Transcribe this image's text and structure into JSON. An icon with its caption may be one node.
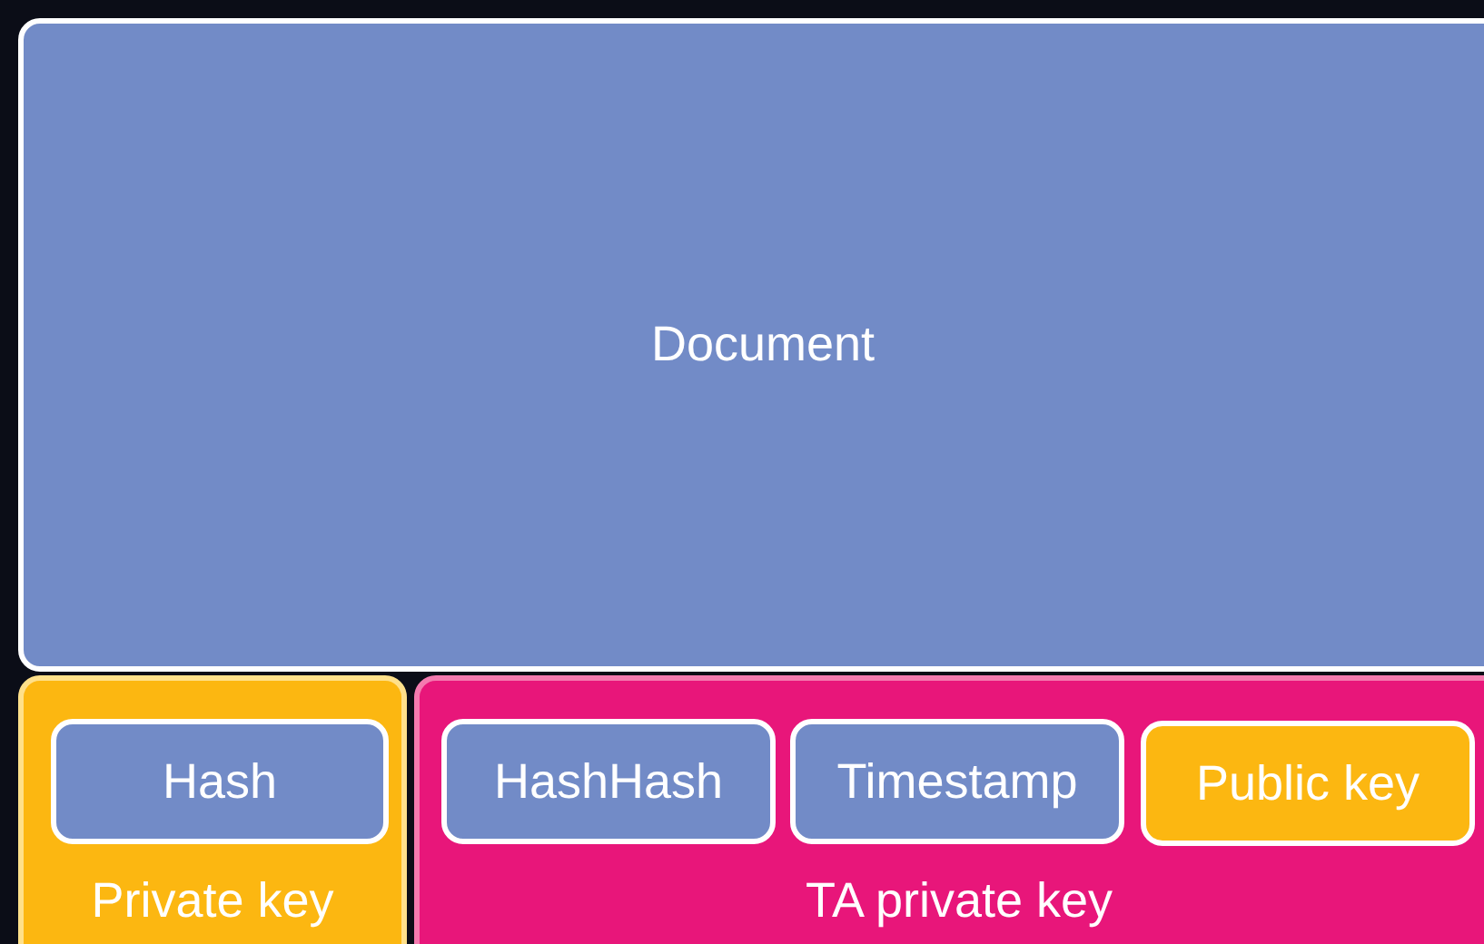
{
  "diagram": {
    "nodes": [
      {
        "text": [
          "Document"
        ]
      },
      {
        "text": [
          "Private key"
        ]
      },
      {
        "text": [
          "Hash"
        ],
        "in": 1
      },
      {
        "text": [
          "TA private key"
        ]
      },
      {
        "text": [
          "HashHash"
        ],
        "in": 3
      },
      {
        "text": [
          "Timestamp"
        ],
        "in": 3
      },
      {
        "text": [
          "Public key"
        ],
        "in": 3
      }
    ]
  }
}
